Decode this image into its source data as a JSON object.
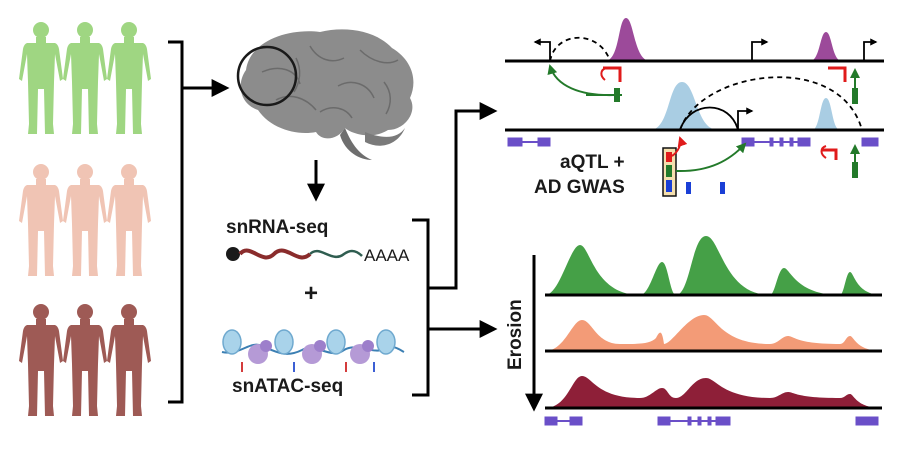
{
  "labels": {
    "snrna": "snRNA-seq",
    "poly_a": "AAAA",
    "plus": "+",
    "snatac": "snATAC-seq",
    "aqtl_line1": "aQTL +",
    "aqtl_line2": "AD GWAS",
    "erosion": "Erosion"
  },
  "colors": {
    "group1": "#9fd682",
    "group2": "#f0c4b4",
    "group3": "#9e5a55",
    "purple_peak": "#9c4a9a",
    "blue_peak": "#a9cde3",
    "gene_model": "#6a4fc8",
    "risk_allele": "#e01b1b",
    "protective_allele": "#237a2a",
    "track_green": "#45a047",
    "track_salmon": "#f39b77",
    "track_maroon": "#8e1f38"
  },
  "icons": {
    "people": "human-silhouette-icon",
    "brain": "brain-icon",
    "mrna": "mrna-strand-icon",
    "nucleosome": "nucleosome-icon"
  }
}
